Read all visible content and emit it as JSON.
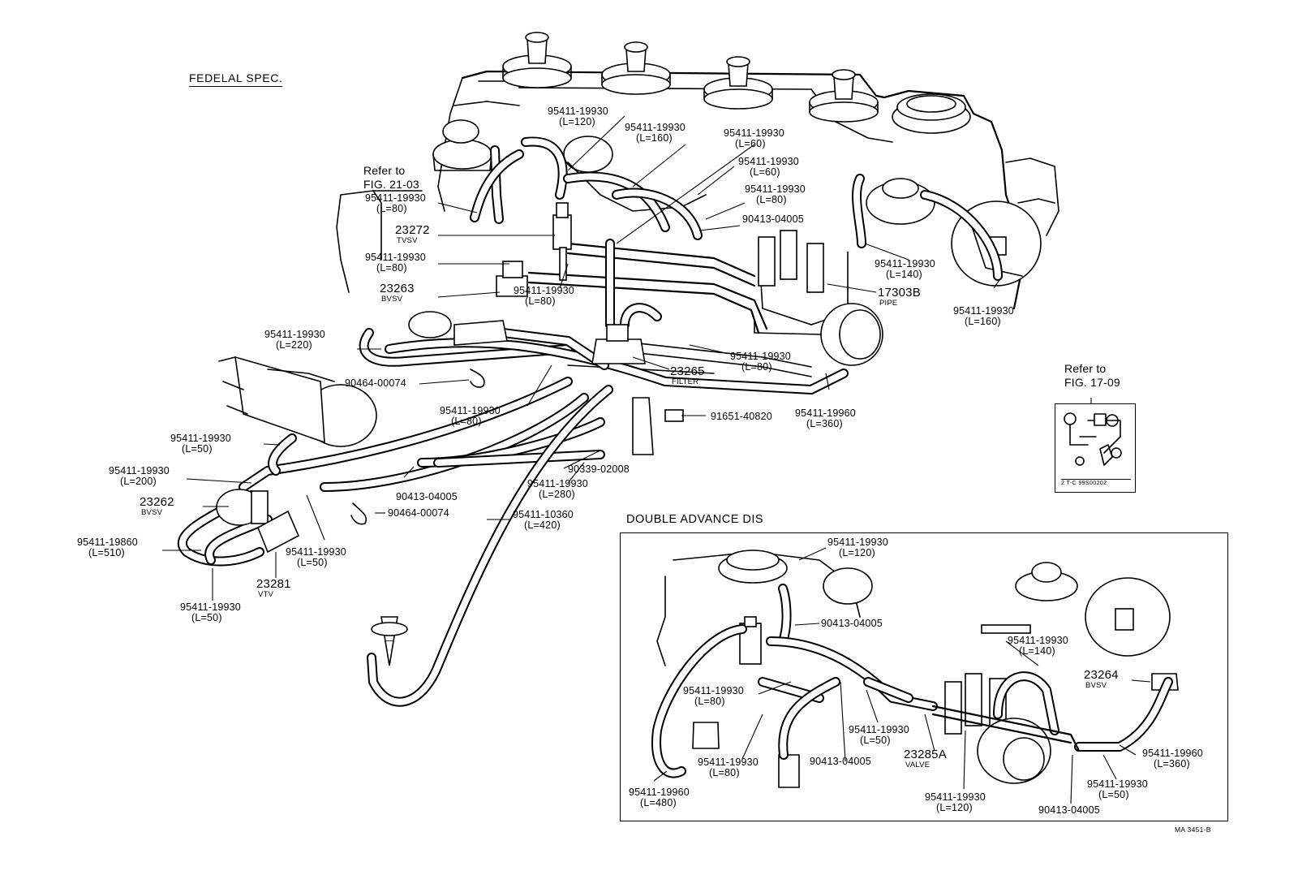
{
  "header": {
    "spec_title": "FEDELAL SPEC."
  },
  "references": [
    {
      "id": "ref-fig-21-03",
      "line1": "Refer to",
      "line2": "FIG. 21-03"
    },
    {
      "id": "ref-fig-17-09",
      "line1": "Refer to",
      "line2": "FIG. 17-09"
    }
  ],
  "inset": {
    "title": "DOUBLE ADVANCE DIS"
  },
  "thumbnail": {
    "code": "2 T-C   99S00202"
  },
  "drawing_number": "MA 3451-B",
  "main_labels": [
    {
      "pn": "95411-19930",
      "len": "(L=120)"
    },
    {
      "pn": "95411-19930",
      "len": "(L=160)"
    },
    {
      "pn": "95411-19930",
      "len": "(L=60)"
    },
    {
      "pn": "95411-19930",
      "len": "(L=60)"
    },
    {
      "pn": "95411-19930",
      "len": "(L=80)"
    },
    {
      "pn": "90413-04005",
      "len": ""
    },
    {
      "pn": "95411-19930",
      "len": "(L=80)"
    },
    {
      "pn": "23272",
      "sub": "TVSV"
    },
    {
      "pn": "95411-19930",
      "len": "(L=80)"
    },
    {
      "pn": "23263",
      "sub": "BVSV"
    },
    {
      "pn": "95411-19930",
      "len": "(L=80)"
    },
    {
      "pn": "95411-19930",
      "len": "(L=140)"
    },
    {
      "pn": "17303B",
      "sub": "PIPE"
    },
    {
      "pn": "95411-19930",
      "len": "(L=160)"
    },
    {
      "pn": "95411-19930",
      "len": "(L=220)"
    },
    {
      "pn": "95411-19930",
      "len": "(L=80)"
    },
    {
      "pn": "23265",
      "sub": "FILTER"
    },
    {
      "pn": "90464-00074",
      "len": ""
    },
    {
      "pn": "95411-19930",
      "len": "(L=80)"
    },
    {
      "pn": "95411-19960",
      "len": "(L=360)"
    },
    {
      "pn": "91651-40820",
      "len": ""
    },
    {
      "pn": "95411-19930",
      "len": "(L=50)"
    },
    {
      "pn": "95411-19930",
      "len": "(L=200)"
    },
    {
      "pn": "90339-02008",
      "len": ""
    },
    {
      "pn": "23262",
      "sub": "BVSV"
    },
    {
      "pn": "90413-04005",
      "len": ""
    },
    {
      "pn": "95411-19930",
      "len": "(L=280)"
    },
    {
      "pn": "90464-00074",
      "len": ""
    },
    {
      "pn": "95411-10360",
      "len": "(L=420)"
    },
    {
      "pn": "95411-19860",
      "len": "(L=510)"
    },
    {
      "pn": "95411-19930",
      "len": "(L=50)"
    },
    {
      "pn": "23281",
      "sub": "VTV"
    },
    {
      "pn": "95411-19930",
      "len": "(L=50)"
    }
  ],
  "inset_labels": [
    {
      "pn": "95411-19930",
      "len": "(L=120)"
    },
    {
      "pn": "90413-04005",
      "len": ""
    },
    {
      "pn": "95411-19930",
      "len": "(L=140)"
    },
    {
      "pn": "23264",
      "sub": "BVSV"
    },
    {
      "pn": "95411-19930",
      "len": "(L=80)"
    },
    {
      "pn": "95411-19930",
      "len": "(L=50)"
    },
    {
      "pn": "23285A",
      "sub": "VALVE"
    },
    {
      "pn": "95411-19960",
      "len": "(L=360)"
    },
    {
      "pn": "95411-19930",
      "len": "(L=80)"
    },
    {
      "pn": "90413-04005",
      "len": ""
    },
    {
      "pn": "95411-19960",
      "len": "(L=480)"
    },
    {
      "pn": "95411-19930",
      "len": "(L=120)"
    },
    {
      "pn": "90413-04005",
      "len": ""
    },
    {
      "pn": "95411-19930",
      "len": "(L=50)"
    }
  ]
}
